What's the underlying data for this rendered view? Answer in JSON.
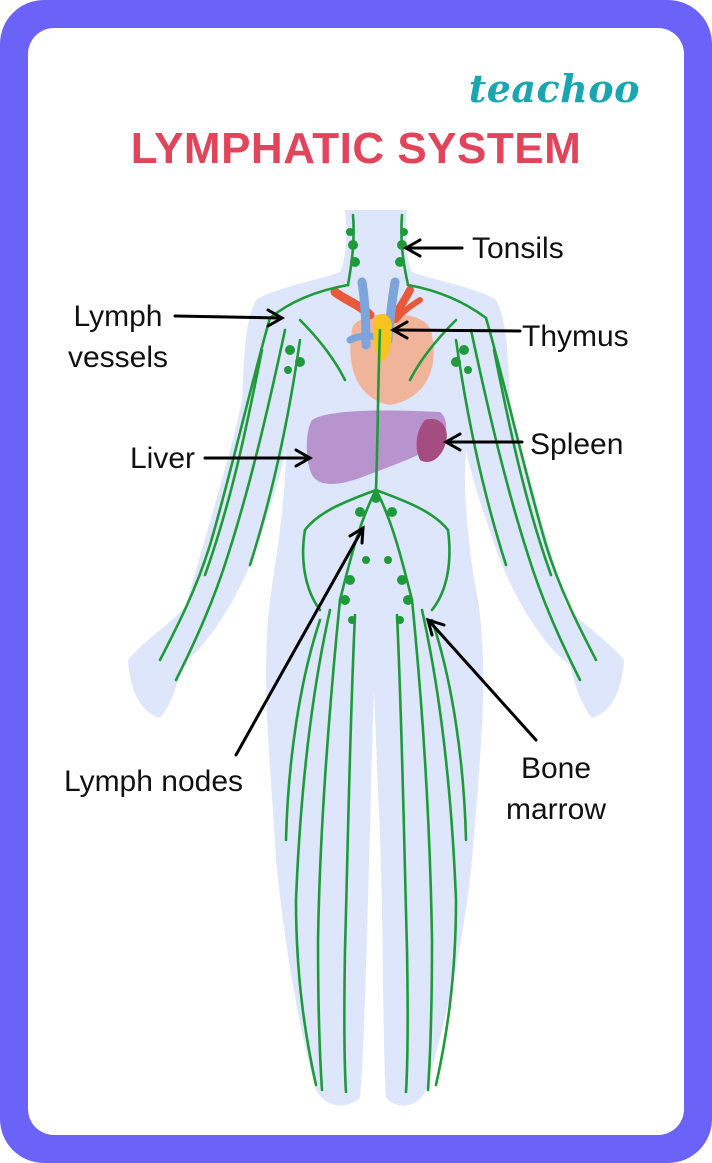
{
  "brand": {
    "name": "teachoo",
    "color": "#1aa6b0"
  },
  "title": "LYMPHATIC SYSTEM",
  "labels": {
    "tonsils": "Tonsils",
    "lymph_vessels_line1": "Lymph",
    "lymph_vessels_line2": "vessels",
    "thymus": "Thymus",
    "liver": "Liver",
    "spleen": "Spleen",
    "lymph_nodes": "Lymph nodes",
    "bone_marrow_line1": "Bone",
    "bone_marrow_line2": "marrow"
  },
  "colors": {
    "frame": "#6b63f7",
    "title": "#e0455c",
    "body": "#dde6fb",
    "lymph": "#1e9a3a",
    "liver": "#b48bc9",
    "spleen": "#a54d80",
    "heart": "#f0b49b",
    "thymus": "#f7c41c",
    "artery": "#e65a3a",
    "vein": "#7ea4dc"
  }
}
